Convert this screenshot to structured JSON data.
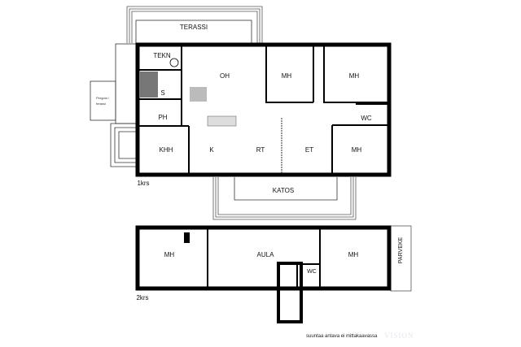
{
  "floor1": {
    "label": "1krs",
    "rooms": {
      "terassi": "TERASSI",
      "tekn": "TEKN",
      "oh": "OH",
      "mh1": "MH",
      "mh2": "MH",
      "s": "S",
      "ph": "PH",
      "wc": "WC",
      "khh": "KHH",
      "k": "K",
      "rt": "RT",
      "et": "ET",
      "mh3": "MH",
      "katos": "KATOS",
      "pergola": "Pergola /",
      "pergola2": "terassi"
    }
  },
  "floor2": {
    "label": "2krs",
    "rooms": {
      "mh1": "MH",
      "aula": "AULA",
      "wc": "WC",
      "mh2": "MH",
      "parveke": "PARVEKE"
    }
  },
  "note": "suuntaa antava ei mittakaavassa",
  "watermark": "VISION"
}
